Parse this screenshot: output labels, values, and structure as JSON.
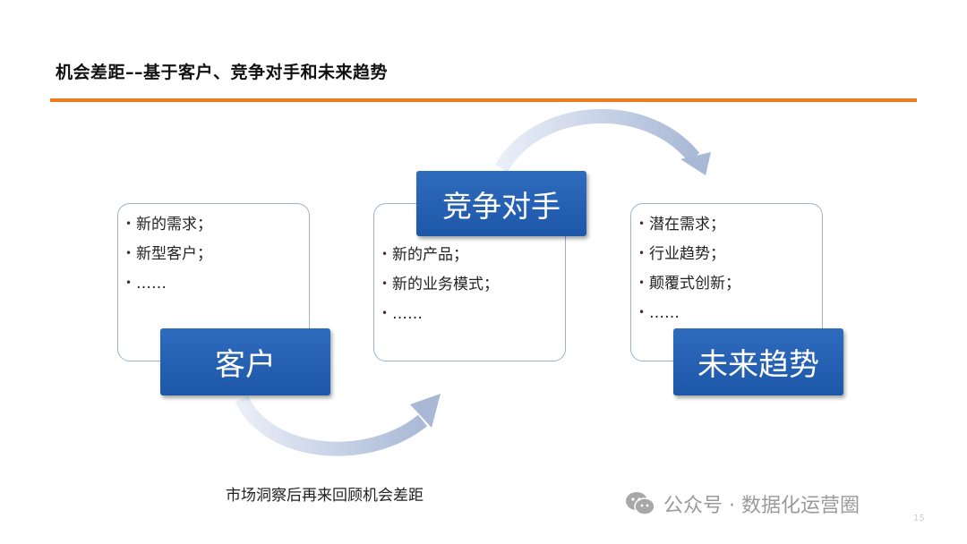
{
  "title": "机会差距––基于客户、竞争对手和未来趋势",
  "colors": {
    "accent_rule": "#ee7a1e",
    "label_blue": "#2563b3",
    "card_border": "#9ab1d0",
    "arrow": "#b9c6de"
  },
  "cards": {
    "customer": {
      "label": "客户",
      "bullets": [
        "新的需求；",
        "新型客户；",
        "……"
      ]
    },
    "competitor": {
      "label": "竞争对手",
      "bullets": [
        "新的产品；",
        "新的业务模式；",
        "……"
      ]
    },
    "trend": {
      "label": "未来趋势",
      "bullets": [
        "潜在需求；",
        "行业趋势；",
        "颠覆式创新；",
        "……"
      ]
    }
  },
  "caption": "市场洞察后再来回顾机会差距",
  "watermark": {
    "icon": "wechat-icon",
    "text": "公众号 · 数据化运营圈"
  },
  "page_number": "15"
}
